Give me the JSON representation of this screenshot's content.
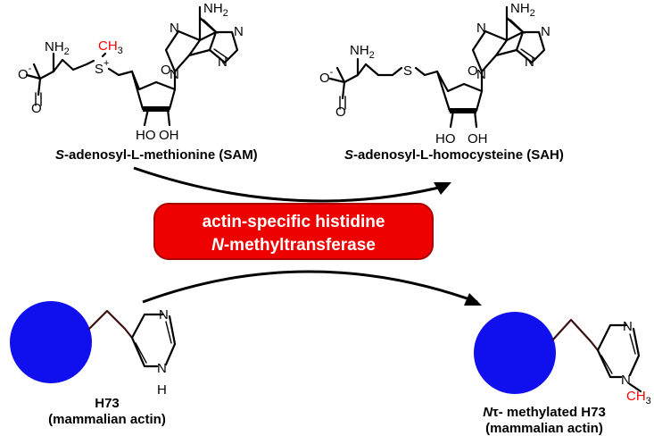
{
  "sam": {
    "label_italic": "S",
    "label_rest": "-adenosyl-L-methionine (SAM)",
    "nh2_top": "NH",
    "nh2_sub": "2",
    "amine": "NH",
    "amine_sub": "2",
    "carboxylate_o": "O",
    "carboxylate_charge": "-",
    "carbonyl_o": "O",
    "sulfonium": "S",
    "sulfonium_charge": "+",
    "methyl": "CH",
    "methyl_sub": "3",
    "ring_n": "N",
    "ring_o": "O",
    "ho": "HO",
    "oh": "OH"
  },
  "sah": {
    "label_italic": "S",
    "label_rest": "-adenosyl-L-homocysteine (SAH)",
    "nh2_top": "NH",
    "nh2_sub": "2",
    "amine": "NH",
    "amine_sub": "2",
    "carboxylate_o": "O",
    "carboxylate_charge": "-",
    "carbonyl_o": "O",
    "thioether": "S",
    "ring_n": "N",
    "ring_o": "O",
    "ho": "HO",
    "oh": "OH"
  },
  "enzyme": {
    "line1": "actin-specific histidine",
    "line2_italic": "N",
    "line2_rest": "-methyltransferase",
    "fill_color": "#ee0000",
    "stroke_color": "#aa0000"
  },
  "h73": {
    "n": "N",
    "nh_n": "N",
    "nh_h": "H",
    "label_line1": "H73",
    "label_line2": "(mammalian actin)",
    "sphere_color": "#1010ee"
  },
  "methylated": {
    "n": "N",
    "n_methyl": "N",
    "methyl": "CH",
    "methyl_sub": "3",
    "label_italic": "N",
    "label_tau": "τ",
    "label_rest": "- methylated H73",
    "label_line2": "(mammalian actin)",
    "sphere_color": "#1010ee"
  }
}
